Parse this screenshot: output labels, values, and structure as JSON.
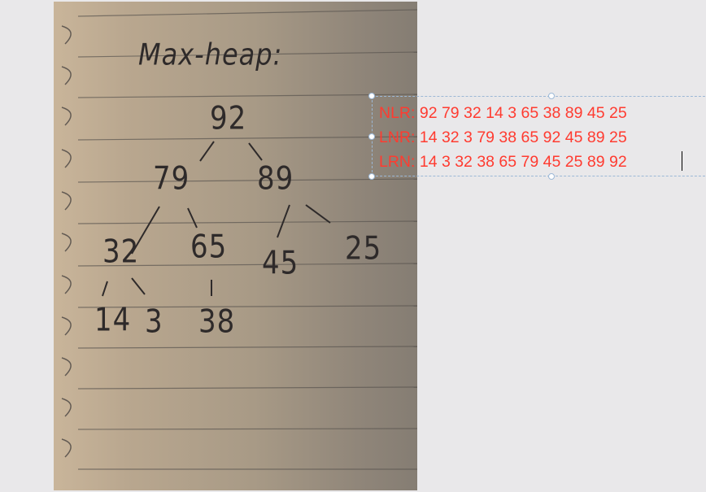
{
  "photo": {
    "title": "Max-heap:",
    "tree": {
      "root": "92",
      "level1": [
        "79",
        "89"
      ],
      "level2": [
        "32",
        "65",
        "45",
        "25"
      ],
      "level3": [
        "14",
        "3",
        "38"
      ]
    }
  },
  "textbox": {
    "lines": [
      "NLR: 92 79 32 14 3 65 38 89 45 25",
      "LNR: 14 32 3 79 38 65 92 45 89 25",
      "LRN: 14 3 32 38 65 79 45 25 89 92"
    ],
    "text_color": "#ff3b30"
  }
}
